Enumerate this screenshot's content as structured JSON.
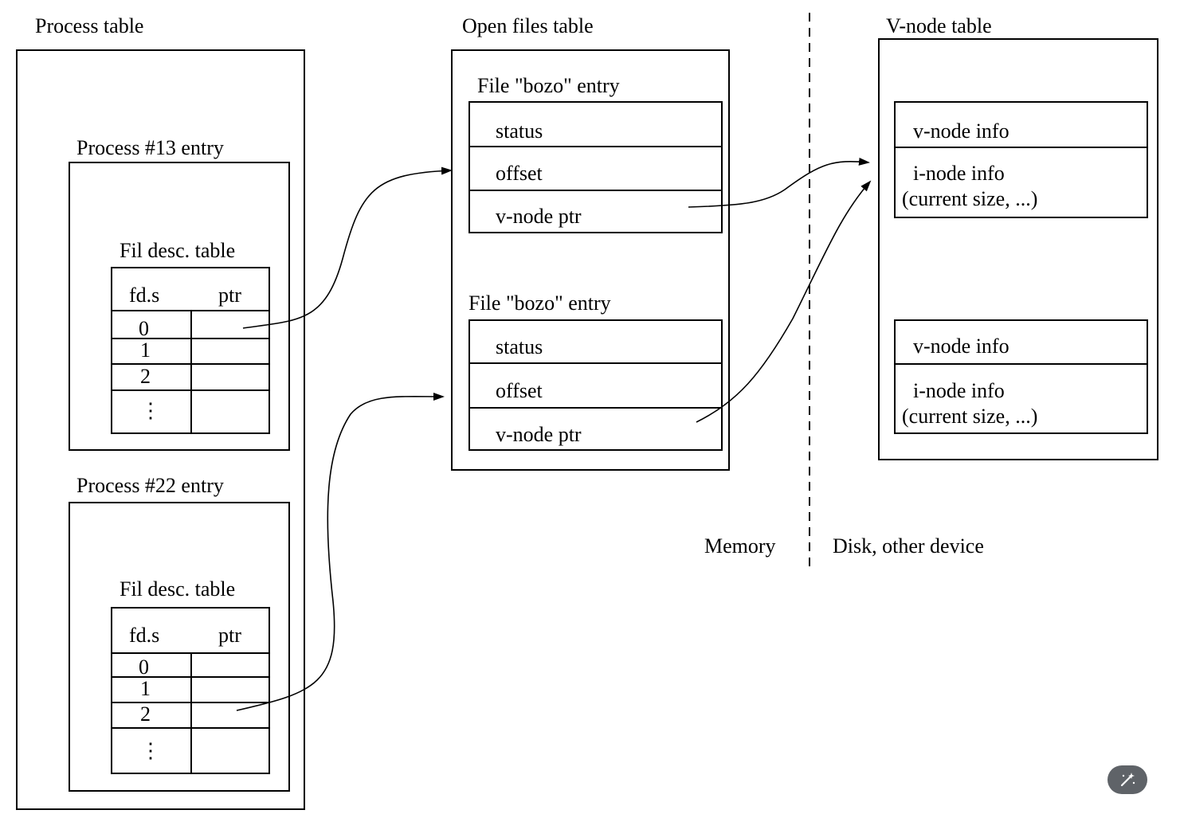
{
  "tables": {
    "process_table": {
      "title": "Process table",
      "entries": [
        {
          "title": "Process #13 entry",
          "fd_table": {
            "title": "Fil desc. table",
            "headers": [
              "fd.s",
              "ptr"
            ],
            "rows": [
              "0",
              "1",
              "2",
              "⋮"
            ]
          }
        },
        {
          "title": "Process #22 entry",
          "fd_table": {
            "title": "Fil desc. table",
            "headers": [
              "fd.s",
              "ptr"
            ],
            "rows": [
              "0",
              "1",
              "2",
              "⋮"
            ]
          }
        }
      ]
    },
    "open_files_table": {
      "title": "Open files table",
      "entries": [
        {
          "title": "File \"bozo\" entry",
          "fields": [
            "status",
            "offset",
            "v-node ptr"
          ]
        },
        {
          "title": "File \"bozo\" entry",
          "fields": [
            "status",
            "offset",
            "v-node ptr"
          ]
        }
      ]
    },
    "vnode_table": {
      "title": "V-node table",
      "entries": [
        {
          "vnode_info": "v-node info",
          "inode_info": "i-node info",
          "inode_detail": "(current size, ...)"
        },
        {
          "vnode_info": "v-node info",
          "inode_info": "i-node info",
          "inode_detail": "(current size, ...)"
        }
      ]
    }
  },
  "divider": {
    "left_label": "Memory",
    "right_label": "Disk, other device"
  },
  "magic_button": {
    "icon": "magic-wand-icon"
  }
}
